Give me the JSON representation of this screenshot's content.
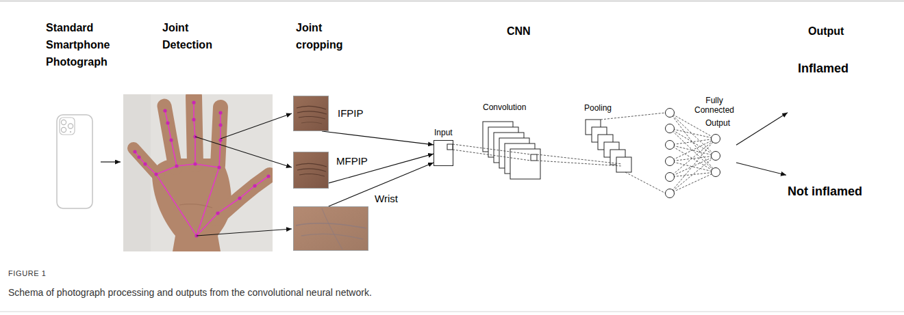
{
  "diagram": {
    "caption": "Schema of photograph processing and outputs from the convolutional neural network.",
    "nodes": [
      {
        "text": [
          "IFPIP"
        ]
      },
      {
        "text": [
          "MFPIP"
        ]
      },
      {
        "text": [
          "Wrist"
        ]
      },
      {
        "text": [
          "Input"
        ]
      },
      {
        "text": [
          "Output"
        ]
      },
      {
        "text": [
          "Inflamed"
        ]
      },
      {
        "text": [
          "Not inflamed"
        ]
      }
    ],
    "edges": [
      {
        "from": 0,
        "to": 3,
        "arrow": "to"
      },
      {
        "from": 1,
        "to": 3,
        "arrow": "to"
      },
      {
        "from": 2,
        "to": 3,
        "arrow": "to"
      },
      {
        "from": 4,
        "to": 5,
        "arrow": "to"
      },
      {
        "from": 4,
        "to": 6,
        "arrow": "to"
      }
    ],
    "labels": [
      "Standard Smartphone Photograph",
      "Joint Detection",
      "Joint cropping",
      "CNN",
      "Output",
      "Convolution",
      "Pooling",
      "Fully Connected",
      "FIGURE 1"
    ]
  }
}
